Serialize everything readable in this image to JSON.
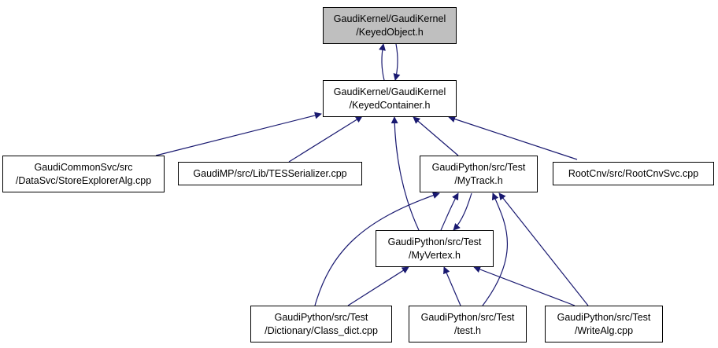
{
  "colors": {
    "edge": "#191970",
    "root_fill": "#bfbfbf",
    "node_fill": "#ffffff",
    "border": "#000000"
  },
  "nodes": {
    "keyedobject": {
      "lines": [
        "GaudiKernel/GaudiKernel",
        "/KeyedObject.h"
      ]
    },
    "keyedcontainer": {
      "lines": [
        "GaudiKernel/GaudiKernel",
        "/KeyedContainer.h"
      ]
    },
    "storeexploreralg": {
      "lines": [
        "GaudiCommonSvc/src",
        "/DataSvc/StoreExplorerAlg.cpp"
      ]
    },
    "tesserializer": {
      "lines": [
        "GaudiMP/src/Lib/TESSerializer.cpp"
      ]
    },
    "mytrack": {
      "lines": [
        "GaudiPython/src/Test",
        "/MyTrack.h"
      ]
    },
    "rootcnvsvc": {
      "lines": [
        "RootCnv/src/RootCnvSvc.cpp"
      ]
    },
    "myvertex": {
      "lines": [
        "GaudiPython/src/Test",
        "/MyVertex.h"
      ]
    },
    "classdict": {
      "lines": [
        "GaudiPython/src/Test",
        "/Dictionary/Class_dict.cpp"
      ]
    },
    "testh": {
      "lines": [
        "GaudiPython/src/Test",
        "/test.h"
      ]
    },
    "writealg": {
      "lines": [
        "GaudiPython/src/Test",
        "/WriteAlg.cpp"
      ]
    }
  }
}
